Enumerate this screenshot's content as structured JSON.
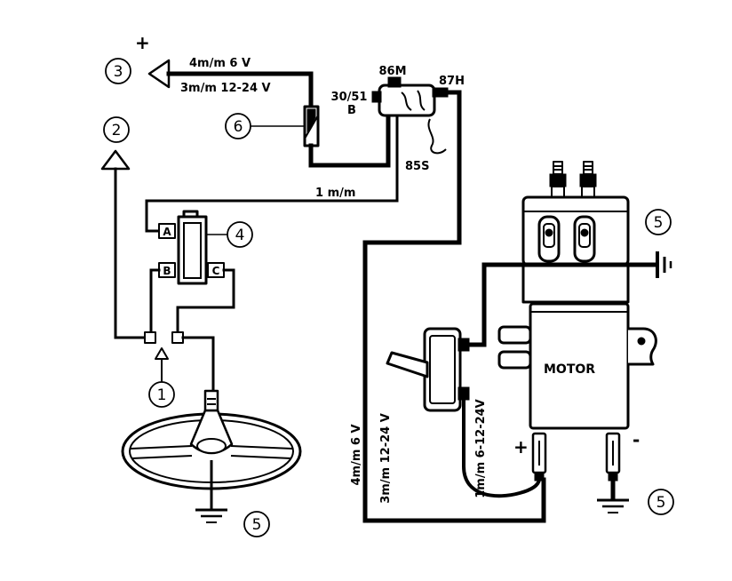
{
  "labels": {
    "plus_top": "+",
    "wire_top_1": "4m/m 6 V",
    "wire_top_2": "3m/m 12-24 V",
    "relay_86": "86M",
    "relay_30": "30/51",
    "relay_30_b": "B",
    "relay_87": "87H",
    "relay_85": "85S",
    "wire_control": "1 m/m",
    "wire_vertical_1": "4m/m 6 V",
    "wire_vertical_2": "3m/m 12-24 V",
    "wire_switch": "1m/m 6-12-24V",
    "block_a": "A",
    "block_b": "B",
    "block_c": "C",
    "motor": "MOTOR",
    "connector_plus": "+",
    "connector_minus": "-"
  },
  "callouts": {
    "n1": "1",
    "n2": "2",
    "n3": "3",
    "n4": "4",
    "n5_top": "5",
    "n5_wheel": "5",
    "n5_bottom": "5",
    "n6": "6"
  },
  "colors": {
    "ink": "#000000",
    "paper": "#ffffff"
  }
}
